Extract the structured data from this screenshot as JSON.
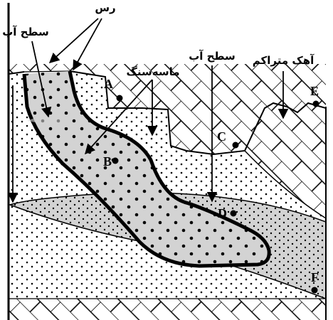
{
  "diagram": {
    "labels": {
      "clay": "رس",
      "water_table_left": "سطح آب",
      "sandstone": "ماسه‌سنگ",
      "water_table_right": "سطح آب",
      "limestone": "آهک متراکم"
    },
    "points": {
      "A": "A",
      "B": "B",
      "C": "C",
      "D": "D",
      "E": "E",
      "F": "F"
    }
  }
}
